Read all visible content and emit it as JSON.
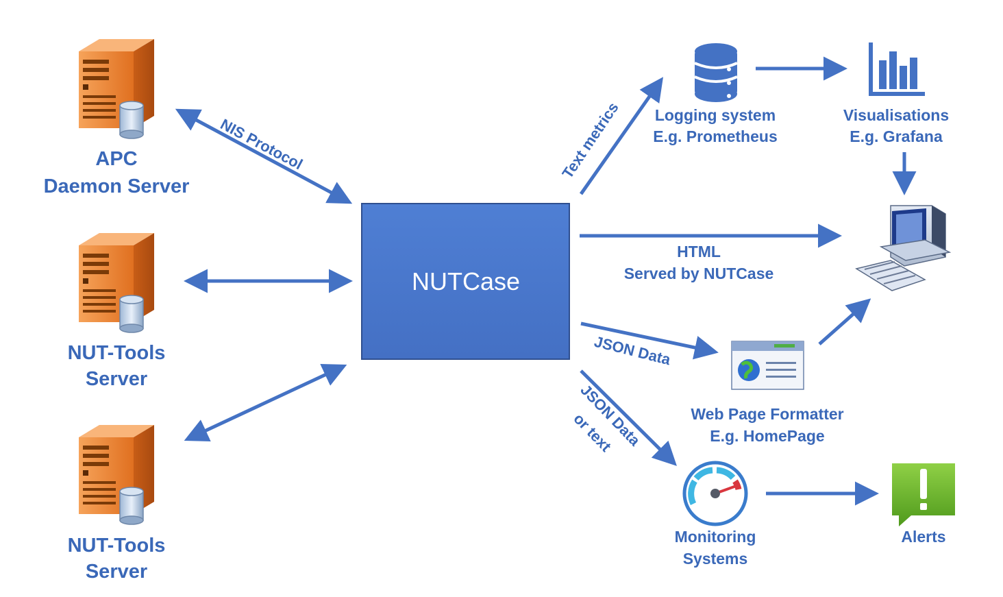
{
  "colors": {
    "accent": "#4472c4",
    "label": "#3a68b8",
    "center_box": "#4a78cc",
    "server_orange": "#e8792a",
    "alert_green": "#6cb52e"
  },
  "center": {
    "label": "NUTCase"
  },
  "servers": [
    {
      "icon": "server-icon",
      "line1": "APC",
      "line2": "Daemon Server"
    },
    {
      "icon": "server-icon",
      "line1": "NUT-Tools",
      "line2": "Server"
    },
    {
      "icon": "server-icon",
      "line1": "NUT-Tools",
      "line2": "Server"
    }
  ],
  "edges": {
    "nis": "NIS Protocol",
    "text_metrics": "Text metrics",
    "html_line1": "HTML",
    "html_line2": "Served by NUTCase",
    "json_data": "JSON Data",
    "json_or_text_line1": "JSON Data",
    "json_or_text_line2": "or text"
  },
  "nodes": {
    "logging": {
      "icon": "database-icon",
      "line1": "Logging system",
      "line2": "E.g. Prometheus"
    },
    "visualisations": {
      "icon": "bar-chart-icon",
      "line1": "Visualisations",
      "line2": "E.g. Grafana"
    },
    "computer": {
      "icon": "computer-icon"
    },
    "webpage": {
      "icon": "web-page-icon",
      "line1": "Web Page Formatter",
      "line2": "E.g. HomePage"
    },
    "monitoring": {
      "icon": "gauge-icon",
      "line1": "Monitoring",
      "line2": "Systems"
    },
    "alerts": {
      "icon": "alert-icon",
      "line1": "Alerts"
    }
  }
}
